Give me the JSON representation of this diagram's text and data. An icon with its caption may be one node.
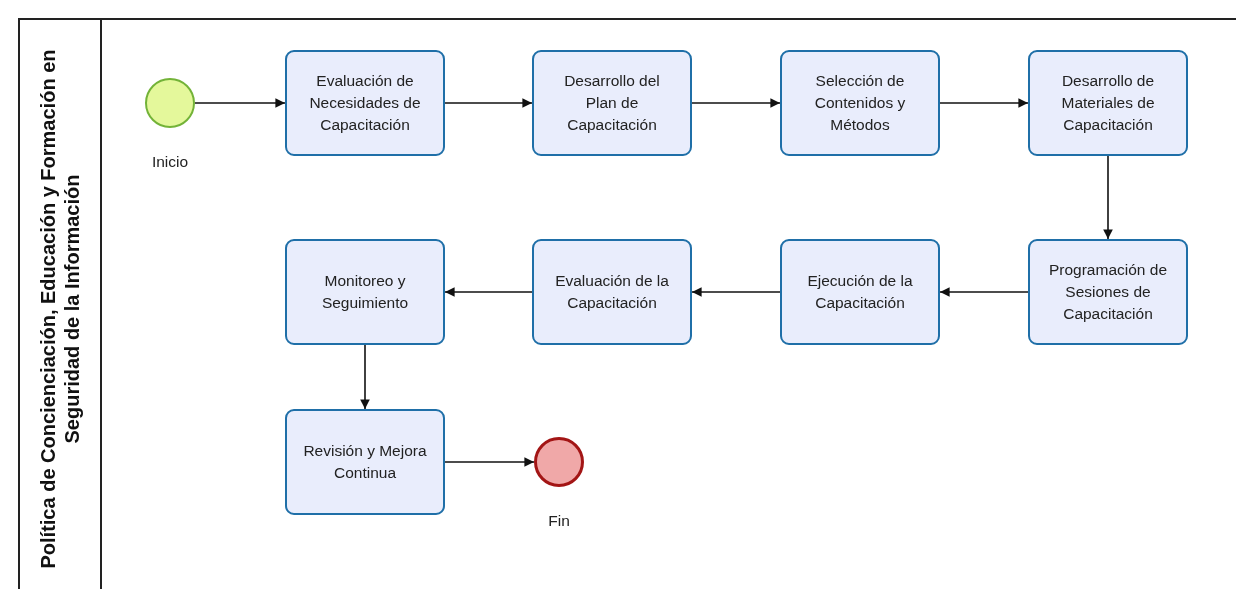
{
  "diagram": {
    "nodes": [
      {
        "text": [
          "Política de Concienciación, Educación y Formación en Seguridad de la Información"
        ]
      },
      {
        "text": [],
        "shape": "circle",
        "beside": [
          "Inicio"
        ],
        "in": 0
      },
      {
        "text": [
          "Evaluación de Necesidades de Capacitación"
        ],
        "in": 0
      },
      {
        "text": [
          "Desarrollo del Plan de Capacitación"
        ],
        "in": 0
      },
      {
        "text": [
          "Selección de Contenidos y Métodos"
        ],
        "in": 0
      },
      {
        "text": [
          "Desarrollo de Materiales de Capacitación"
        ],
        "in": 0
      },
      {
        "text": [
          "Programación de Sesiones de Capacitación"
        ],
        "in": 0
      },
      {
        "text": [
          "Ejecución de la Capacitación"
        ],
        "in": 0
      },
      {
        "text": [
          "Evaluación de la Capacitación"
        ],
        "in": 0
      },
      {
        "text": [
          "Monitoreo y Seguimiento"
        ],
        "in": 0
      },
      {
        "text": [
          "Revisión y Mejora Continua"
        ],
        "in": 0
      },
      {
        "text": [],
        "shape": "circle",
        "beside": [
          "Fin"
        ],
        "in": 0
      }
    ],
    "edges": [
      {
        "from": 1,
        "to": 2,
        "arrow": "to"
      },
      {
        "from": 2,
        "to": 3,
        "arrow": "to"
      },
      {
        "from": 3,
        "to": 4,
        "arrow": "to"
      },
      {
        "from": 4,
        "to": 5,
        "arrow": "to"
      },
      {
        "from": 5,
        "to": 6,
        "arrow": "to"
      },
      {
        "from": 6,
        "to": 7,
        "arrow": "to"
      },
      {
        "from": 7,
        "to": 8,
        "arrow": "to"
      },
      {
        "from": 8,
        "to": 9,
        "arrow": "to"
      },
      {
        "from": 9,
        "to": 10,
        "arrow": "to"
      },
      {
        "from": 10,
        "to": 11,
        "arrow": "to"
      }
    ]
  }
}
